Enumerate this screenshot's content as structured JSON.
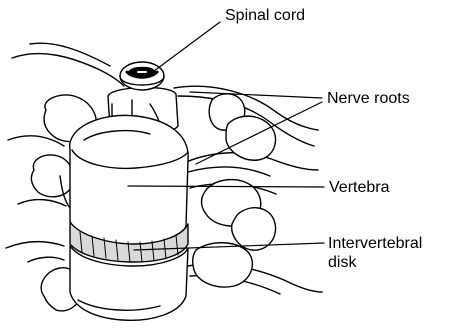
{
  "labels": {
    "spinal_cord": "Spinal cord",
    "nerve_roots": "Nerve roots",
    "vertebra": "Vertebra",
    "intervertebral_line1": "Intervertebral",
    "intervertebral_line2": "disk"
  },
  "colors": {
    "ink": "#000000",
    "paper": "#ffffff",
    "disk_fill": "#d9d9d9"
  }
}
